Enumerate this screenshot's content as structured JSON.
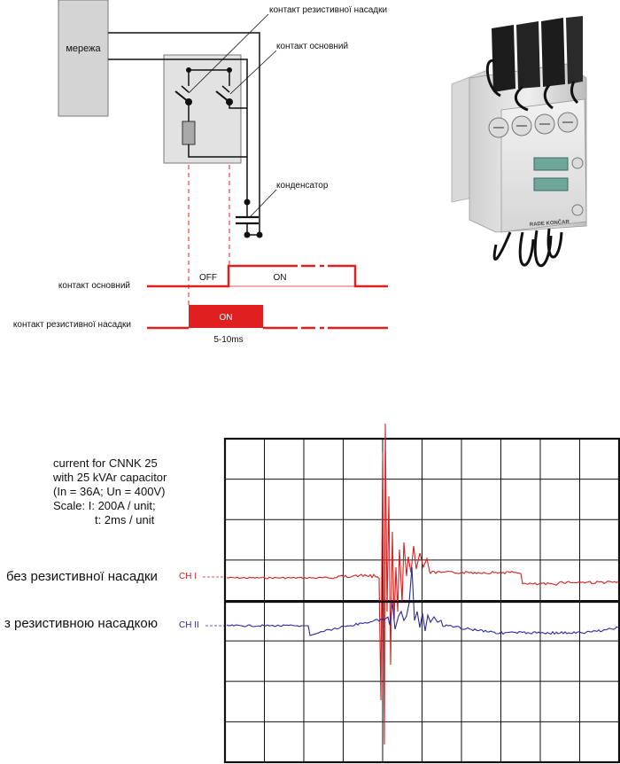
{
  "diagram": {
    "network_label": "мережа",
    "callout_resistive_contact": "контакт резистивної насадки",
    "callout_main_contact": "контакт основний",
    "callout_capacitor": "конденсатор"
  },
  "timing": {
    "main_row_label": "контакт основний",
    "main_off_label": "OFF",
    "main_on_label": "ON",
    "resistive_row_label": "контакт резистивної насадки",
    "resistive_on_label": "ON",
    "duration_label": "5-10ms"
  },
  "scope": {
    "info_lines": [
      "current for CNNK 25",
      "with 25 kVAr capacitor",
      "(In = 36A; Un = 400V)",
      "Scale: I: 200A / unit;",
      "t: 2ms / unit"
    ],
    "ch1_description": "без резистивної насадки",
    "ch1_name": "CH I",
    "ch2_description": "з резистивною насадкою",
    "ch2_name": "CH II",
    "ch1_color": "#d42020",
    "ch2_color": "#2a2aa0",
    "grid": true
  },
  "photo": {
    "brand_text": "RADE KONČAR"
  },
  "colors": {
    "accent_red": "#e02020",
    "box_gray": "#d4d4d4"
  }
}
